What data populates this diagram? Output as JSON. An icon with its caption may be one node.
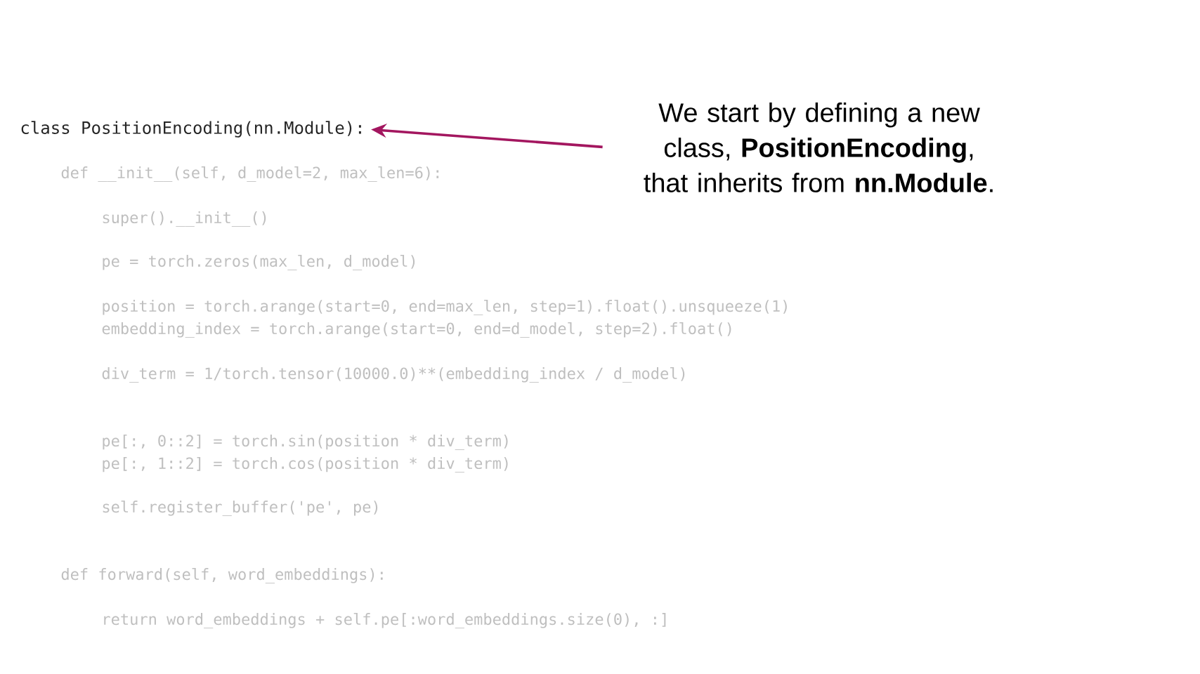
{
  "diagram": {
    "nodes": [
      {
        "text": [
          "class PositionEncoding(nn.Module):"
        ]
      },
      {
        "text": [
          "We start by defining a new class, **PositionEncoding**, that inherits from **nn.Module**."
        ]
      }
    ],
    "edges": [
      {
        "from": 1,
        "to": 0,
        "arrow": "to",
        "color": "#a3165f"
      }
    ],
    "labels": [
      "def __init__(self, d_model=2, max_len=6):",
      "super().__init__()",
      "pe = torch.zeros(max_len, d_model)",
      "position = torch.arange(start=0, end=max_len, step=1).float().unsqueeze(1)",
      "embedding_index = torch.arange(start=0, end=d_model, step=2).float()",
      "div_term = 1/torch.tensor(10000.0)**(embedding_index / d_model)",
      "pe[:, 0::2] = torch.sin(position * div_term)",
      "pe[:, 1::2] = torch.cos(position * div_term)",
      "self.register_buffer('pe', pe)",
      "def forward(self, word_embeddings):",
      "return word_embeddings + self.pe[:word_embeddings.size(0), :]"
    ]
  }
}
